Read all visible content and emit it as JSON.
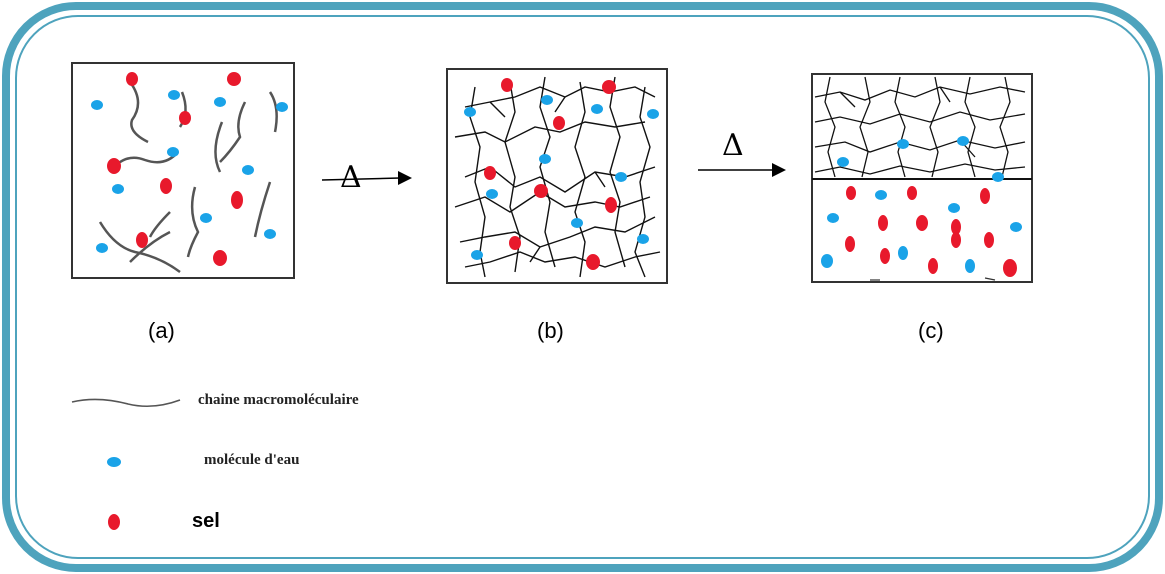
{
  "captions": {
    "a": "(a)",
    "b": "(b)",
    "c": "(c)"
  },
  "arrows": {
    "first": "Δ",
    "second": "Δ"
  },
  "legend": {
    "chain": "chaine macromoléculaire",
    "water": "molécule d'eau",
    "salt": "sel"
  },
  "colors": {
    "frame": "#4ea3bd",
    "water": "#1aa3e8",
    "salt": "#e8192c",
    "chain": "#222222"
  }
}
